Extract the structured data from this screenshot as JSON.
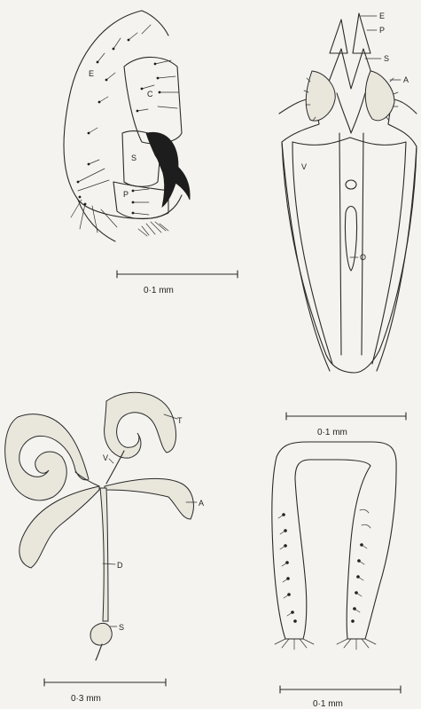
{
  "figures": {
    "top_left": {
      "labels": {
        "e": "E",
        "c": "C",
        "s": "S",
        "p": "P"
      },
      "scale": "0·1 mm"
    },
    "top_right": {
      "labels": {
        "e": "E",
        "p": "P",
        "s": "S",
        "a": "A",
        "v": "V",
        "o": "O"
      },
      "scale": "0·1 mm"
    },
    "bottom_left": {
      "labels": {
        "t": "T",
        "v": "V",
        "a": "A",
        "d": "D",
        "s": "S"
      },
      "scale": "0·3 mm"
    },
    "bottom_right": {
      "scale": "0·1 mm"
    }
  }
}
